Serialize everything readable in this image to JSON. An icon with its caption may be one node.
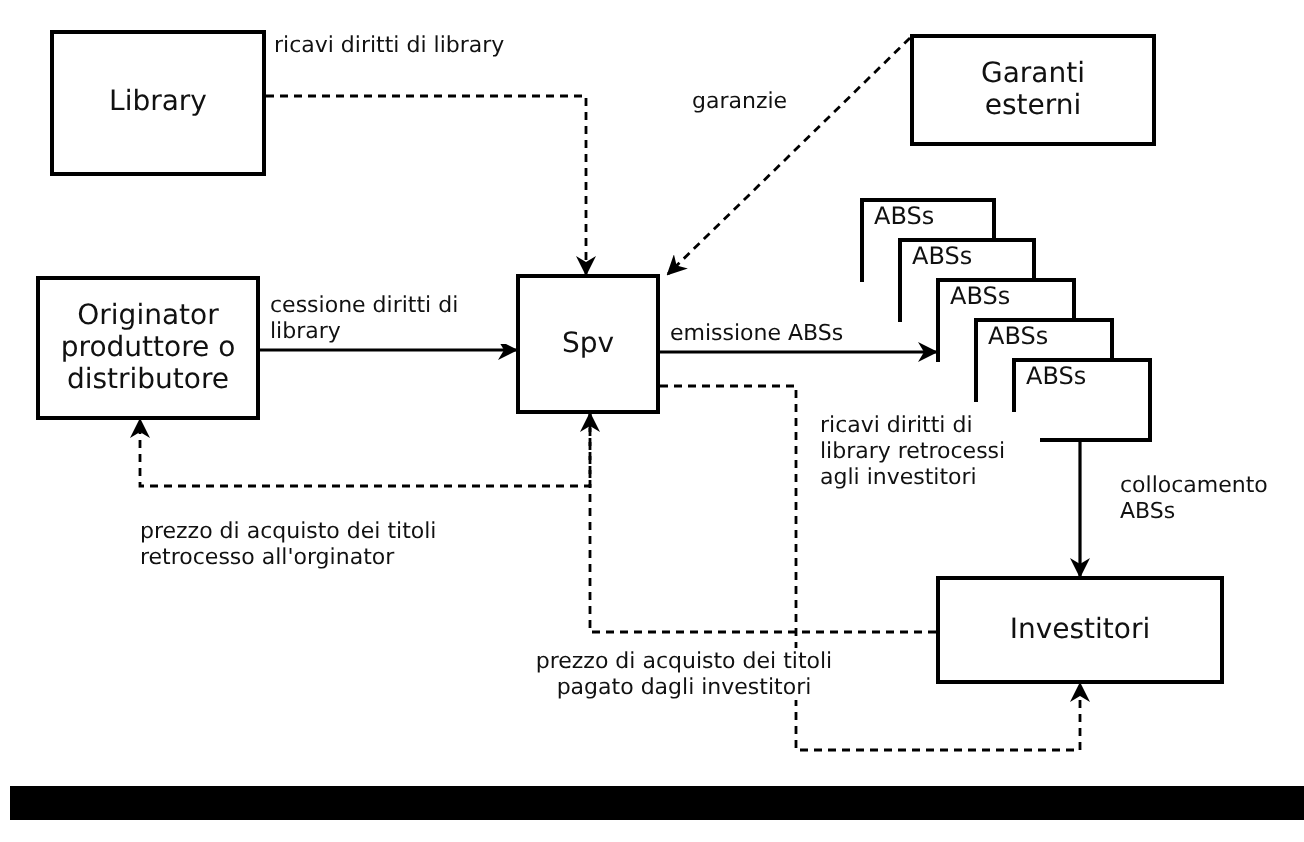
{
  "diagram": {
    "nodes": [
      {
        "text": [
          "Library"
        ]
      },
      {
        "text": [
          "Garanti esterni"
        ]
      },
      {
        "text": [
          "Originator produttore o distributore"
        ]
      },
      {
        "text": [
          "Spv"
        ]
      },
      {
        "text": [
          "ABSs"
        ]
      },
      {
        "text": [
          "ABSs"
        ]
      },
      {
        "text": [
          "ABSs"
        ]
      },
      {
        "text": [
          "ABSs"
        ]
      },
      {
        "text": [
          "ABSs"
        ]
      },
      {
        "text": [
          "Investitori"
        ]
      }
    ],
    "edges": [
      {
        "from": 0,
        "to": 3,
        "arrow": "to",
        "label": "ricavi diritti di library",
        "style": "dashed"
      },
      {
        "from": 1,
        "to": 3,
        "arrow": "to",
        "label": "garanzie",
        "style": "dashed"
      },
      {
        "from": 2,
        "to": 3,
        "arrow": "to",
        "label": "cessione diritti di library"
      },
      {
        "from": 3,
        "to": 6,
        "arrow": "to",
        "label": "emissione ABSs"
      },
      {
        "from": 3,
        "to": 9,
        "arrow": "to",
        "label": "ricavi diritti di library retrocessi agli investitori",
        "style": "dashed"
      },
      {
        "from": 8,
        "to": 9,
        "arrow": "to",
        "label": "collocamento ABSs"
      },
      {
        "from": 9,
        "to": 3,
        "arrow": "to",
        "label": "prezzo di acquisto dei titoli pagato dagli investitori",
        "style": "dashed"
      },
      {
        "from": 3,
        "to": 2,
        "arrow": "to",
        "label": "prezzo di acquisto dei titoli retrocesso all'orginator",
        "style": "dashed"
      }
    ]
  }
}
